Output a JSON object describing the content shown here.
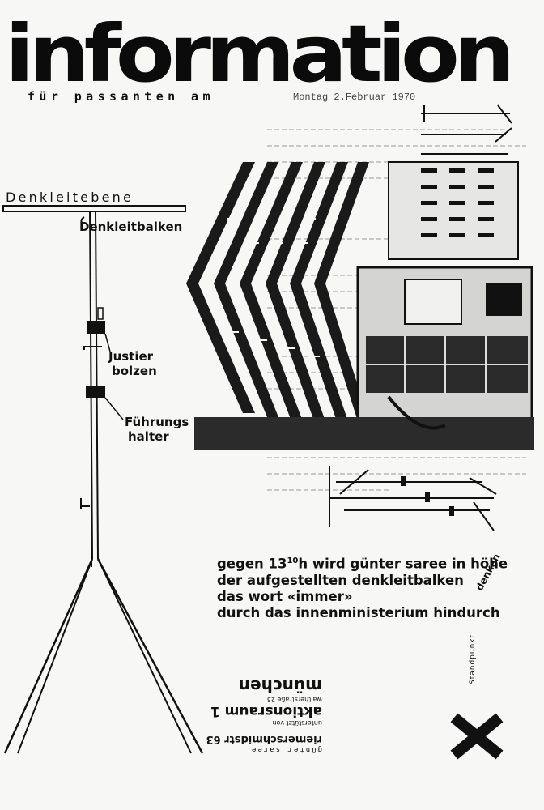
{
  "masthead": {
    "title": "information",
    "subtitle": "für passanten am",
    "date": "Montag 2.Februar 1970"
  },
  "diagram": {
    "plane_label": "Denkleitebene",
    "beam_label": "Denkleitbalken",
    "bolt_label_1": "Justier",
    "bolt_label_2": "bolzen",
    "holder_label_1": "Führungs",
    "holder_label_2": "halter"
  },
  "statement": {
    "line1_pre": "gegen 13",
    "line1_sup": "10",
    "line1_post": "h wird  günter saree  in höhe",
    "line2": "der aufgestellten denkleitbalken",
    "line3": "das wort «immer»",
    "line4": "durch das innenministerium  hindurch",
    "curl": "denken"
  },
  "stamp": {
    "line1": "günter saree",
    "line2": "riemerschmidstr 63",
    "line3": "unterstützt von",
    "line4": "aktionsraum 1",
    "line5": "waltherstraße 25",
    "line6": "münchen"
  },
  "marker": {
    "label": "Standpunkt",
    "color": "#111111"
  }
}
